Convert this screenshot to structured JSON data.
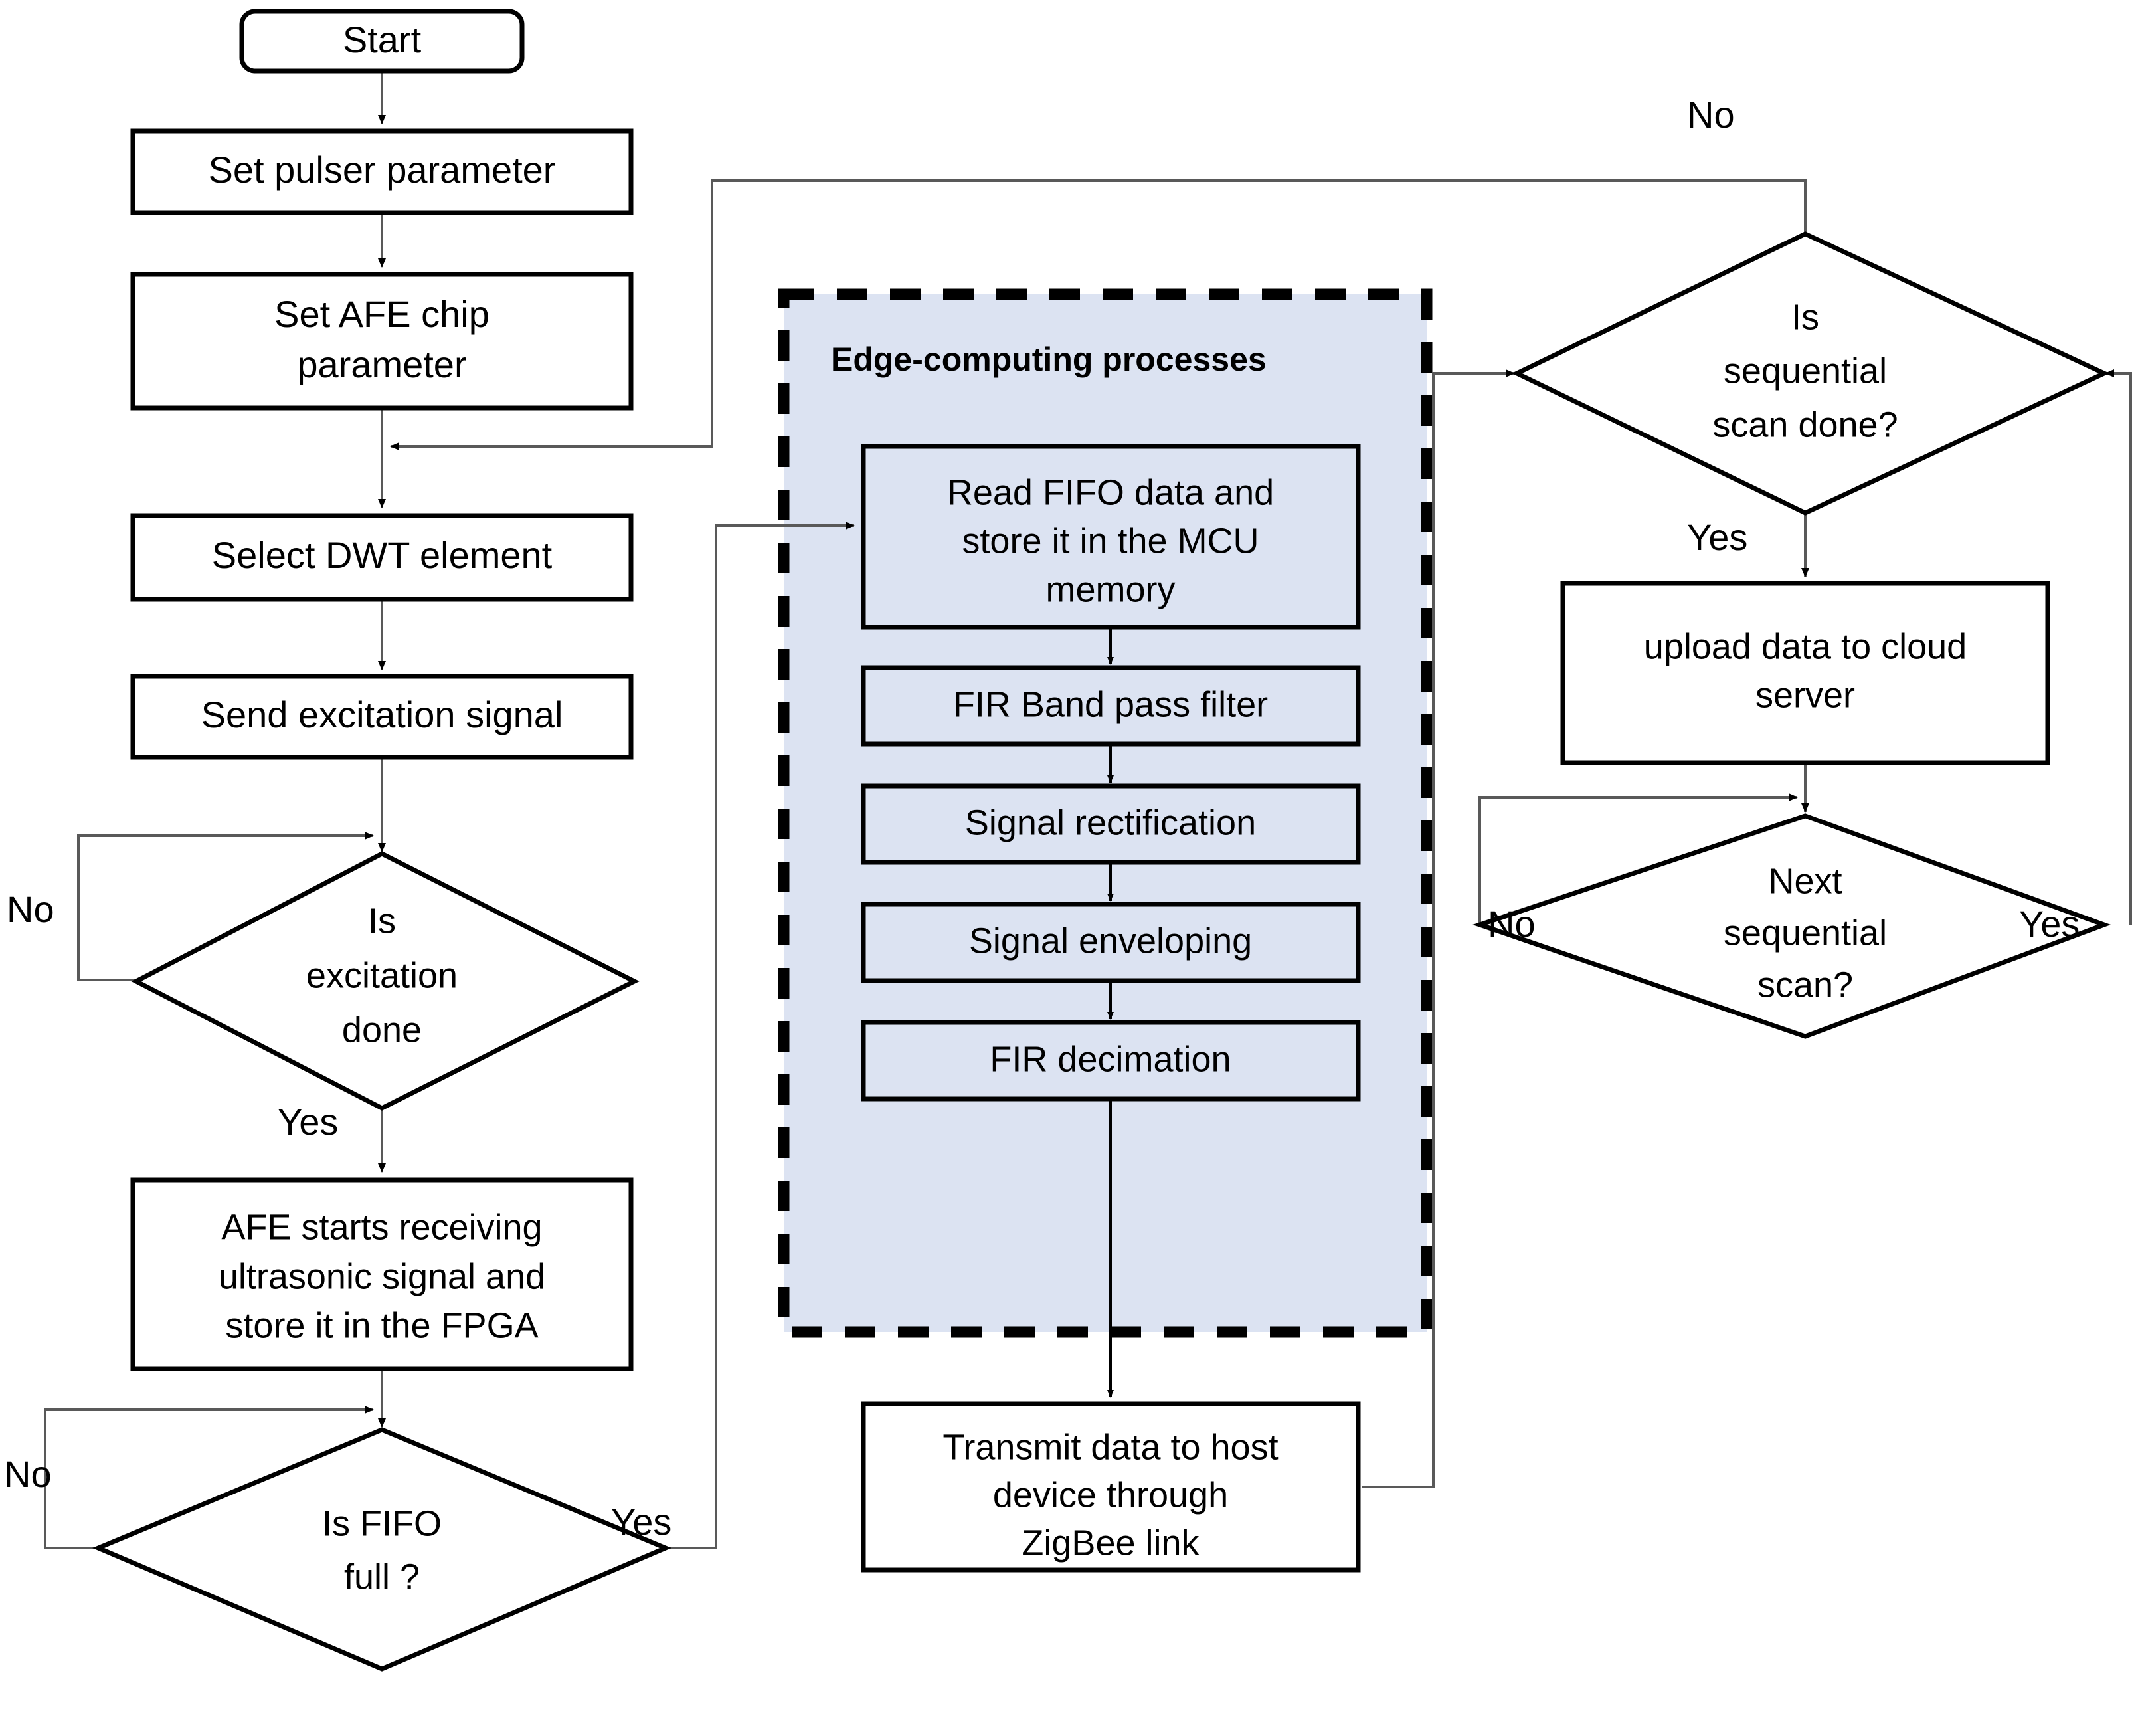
{
  "diagram": {
    "title": "Ultrasonic edge-computing acquisition flowchart",
    "colors": {
      "group_fill": "#dce3f2",
      "node_stroke": "#000000",
      "node_fill": "#ffffff",
      "connector": "#595959",
      "text": "#000000"
    },
    "group": {
      "label": "Edge-computing processes",
      "border_style": "dashed"
    },
    "nodes": {
      "start": {
        "label": "Start",
        "shape": "terminator"
      },
      "set_pulser": {
        "label": "Set pulser parameter",
        "shape": "process"
      },
      "set_afe": {
        "label": "Set AFE chip parameter",
        "lines": [
          "Set AFE chip",
          "parameter"
        ],
        "shape": "process"
      },
      "select_dwt": {
        "label": "Select DWT element",
        "shape": "process"
      },
      "send_excitation": {
        "label": "Send excitation signal",
        "shape": "process"
      },
      "is_excitation_done": {
        "label": "Is excitation done",
        "lines": [
          "Is",
          "excitation",
          "done"
        ],
        "shape": "decision"
      },
      "afe_receiving": {
        "label": "AFE starts receiving ultrasonic signal and store it in the FPGA",
        "lines": [
          "AFE starts receiving",
          "ultrasonic signal and",
          "store it in the FPGA"
        ],
        "shape": "process"
      },
      "is_fifo_full": {
        "label": "Is FIFO full ?",
        "lines": [
          "Is FIFO",
          "full ?"
        ],
        "shape": "decision"
      },
      "read_fifo": {
        "label": "Read FIFO  data and store it in the MCU memory",
        "lines": [
          "Read FIFO  data and",
          "store it in the MCU",
          "memory"
        ],
        "shape": "process"
      },
      "fir_bandpass": {
        "label": "FIR Band pass filter",
        "shape": "process"
      },
      "signal_rectification": {
        "label": "Signal rectification",
        "shape": "process"
      },
      "signal_enveloping": {
        "label": "Signal enveloping",
        "shape": "process"
      },
      "fir_decimation": {
        "label": "FIR decimation",
        "shape": "process"
      },
      "transmit_data": {
        "label": "Transmit data to host device through ZigBee link",
        "lines": [
          "Transmit data to host",
          "device through",
          "ZigBee link"
        ],
        "shape": "process"
      },
      "is_sequential_scan_done": {
        "label": "Is sequential scan done?",
        "lines": [
          "Is",
          "sequential",
          "scan done?"
        ],
        "shape": "decision"
      },
      "upload_cloud": {
        "label": "upload data to cloud server",
        "lines": [
          "upload data to cloud",
          "server"
        ],
        "shape": "process"
      },
      "next_sequential_scan": {
        "label": "Next sequential scan?",
        "lines": [
          "Next",
          "sequential",
          "scan?"
        ],
        "shape": "decision"
      }
    },
    "edge_labels": {
      "excitation_no": "No",
      "excitation_yes": "Yes",
      "fifo_no": "No",
      "fifo_yes": "Yes",
      "scan_done_no": "No",
      "scan_done_yes": "Yes",
      "next_scan_no": "No",
      "next_scan_yes": "Yes"
    },
    "edges": [
      {
        "from": "start",
        "to": "set_pulser",
        "label": ""
      },
      {
        "from": "set_pulser",
        "to": "set_afe",
        "label": ""
      },
      {
        "from": "set_afe",
        "to": "select_dwt",
        "label": ""
      },
      {
        "from": "select_dwt",
        "to": "send_excitation",
        "label": ""
      },
      {
        "from": "send_excitation",
        "to": "is_excitation_done",
        "label": ""
      },
      {
        "from": "is_excitation_done",
        "to": "send_excitation",
        "label": "No"
      },
      {
        "from": "is_excitation_done",
        "to": "afe_receiving",
        "label": "Yes"
      },
      {
        "from": "afe_receiving",
        "to": "is_fifo_full",
        "label": ""
      },
      {
        "from": "is_fifo_full",
        "to": "afe_receiving",
        "label": "No"
      },
      {
        "from": "is_fifo_full",
        "to": "read_fifo",
        "label": "Yes"
      },
      {
        "from": "read_fifo",
        "to": "fir_bandpass",
        "label": ""
      },
      {
        "from": "fir_bandpass",
        "to": "signal_rectification",
        "label": ""
      },
      {
        "from": "signal_rectification",
        "to": "signal_enveloping",
        "label": ""
      },
      {
        "from": "signal_enveloping",
        "to": "fir_decimation",
        "label": ""
      },
      {
        "from": "fir_decimation",
        "to": "transmit_data",
        "label": ""
      },
      {
        "from": "transmit_data",
        "to": "is_sequential_scan_done",
        "label": ""
      },
      {
        "from": "is_sequential_scan_done",
        "to": "select_dwt",
        "label": "No"
      },
      {
        "from": "is_sequential_scan_done",
        "to": "upload_cloud",
        "label": "Yes"
      },
      {
        "from": "upload_cloud",
        "to": "next_sequential_scan",
        "label": ""
      },
      {
        "from": "next_sequential_scan",
        "to": "next_sequential_scan",
        "label": "No"
      },
      {
        "from": "next_sequential_scan",
        "to": "is_sequential_scan_done",
        "label": "Yes"
      }
    ]
  }
}
